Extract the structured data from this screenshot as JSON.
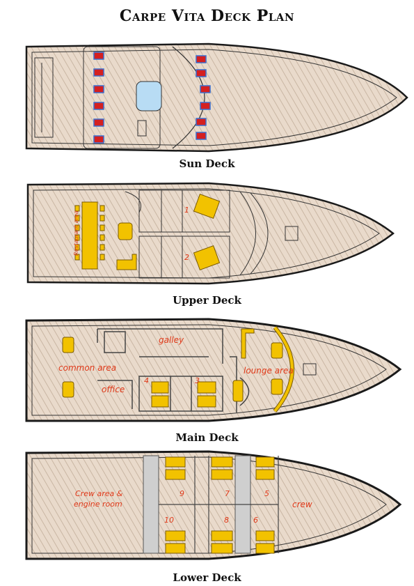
{
  "title": "Carpe Vita Deck Plan",
  "decks": {
    "sun": {
      "label": "Sun Deck"
    },
    "upper": {
      "label": "Upper Deck",
      "restaurant": "Restaurant area",
      "cabins": [
        "1",
        "2"
      ]
    },
    "main": {
      "label": "Main Deck",
      "galley": "galley",
      "common": "common area",
      "lounge": "lounge area",
      "office": "office",
      "cabins": [
        "4",
        "3"
      ]
    },
    "lower": {
      "label": "Lower Deck",
      "crew_area_1": "Crew area &",
      "crew_area_2": "engine room",
      "crew": "crew",
      "cabins": [
        "9",
        "7",
        "5",
        "10",
        "8",
        "6"
      ]
    }
  },
  "colors": {
    "hull": "#e8d8c8",
    "outline": "#1a1a1a",
    "furniture": "#f2c200",
    "label_red": "#e03a1a",
    "seat": "#d42020"
  }
}
